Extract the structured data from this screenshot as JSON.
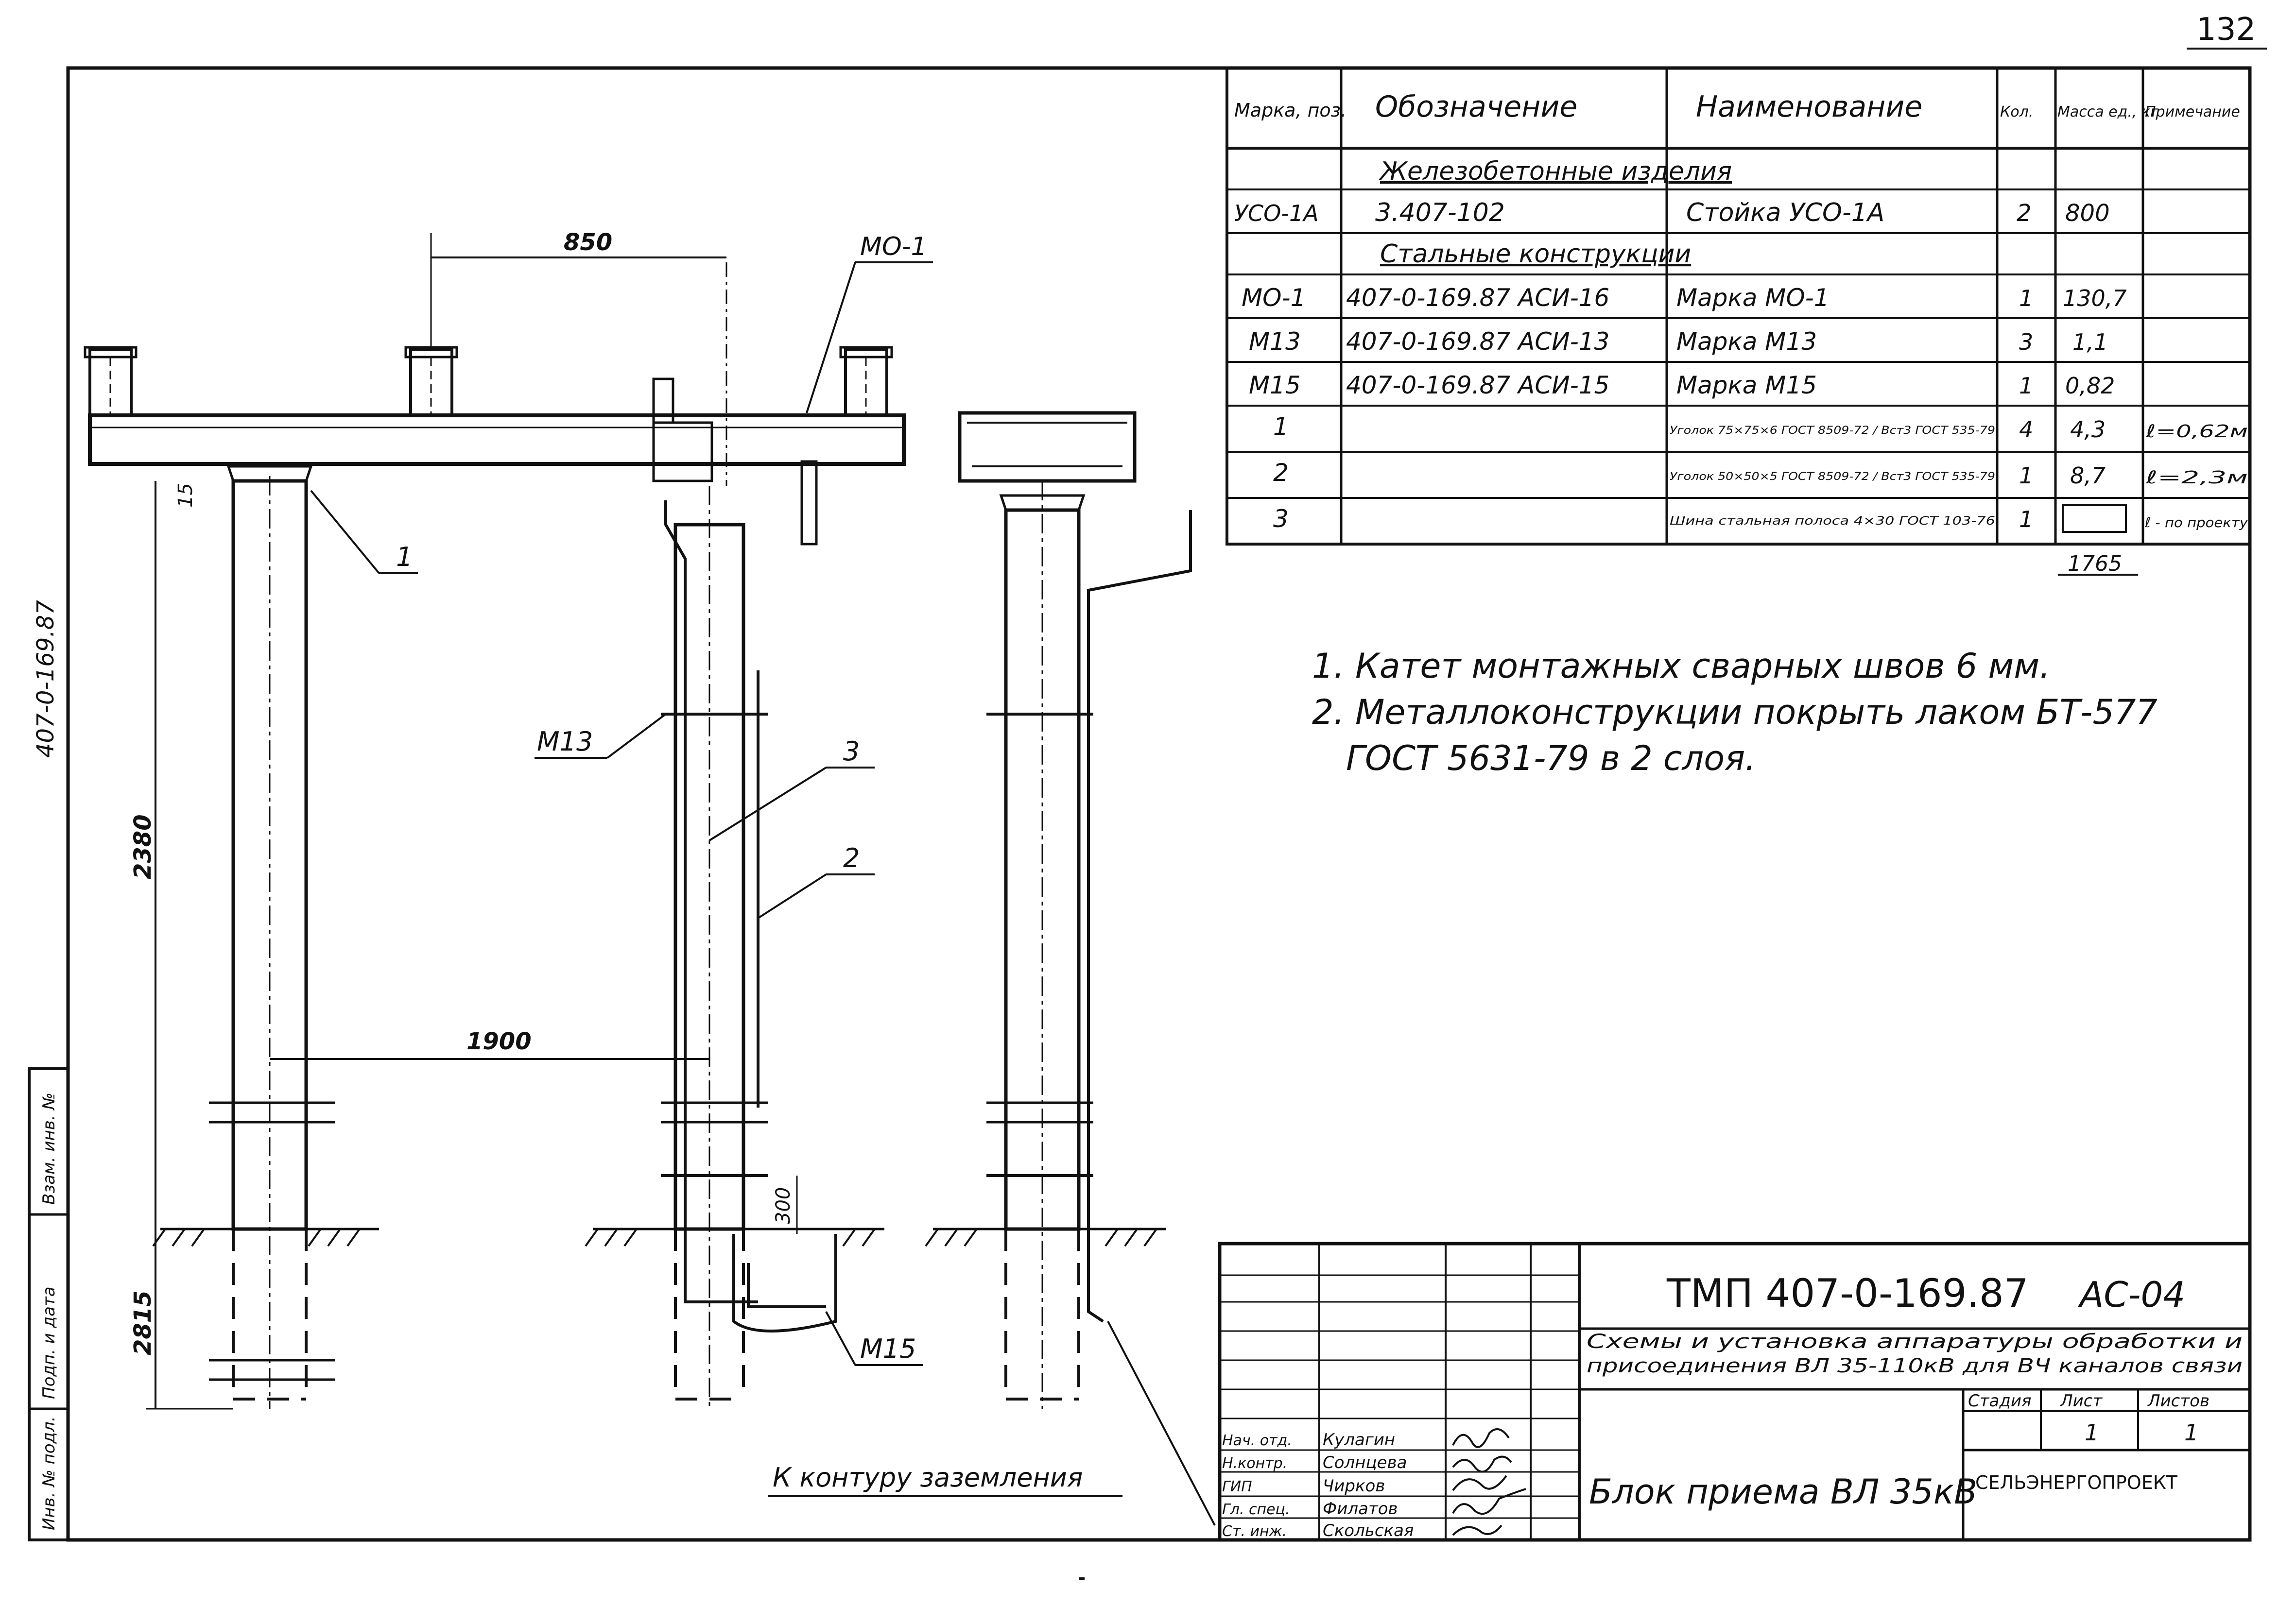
{
  "sheet_number": "132",
  "side_stamp": "407-0-169.87",
  "spec_table": {
    "headers": [
      "Марка, поз.",
      "Обозначение",
      "Наименование",
      "Кол.",
      "Масса ед., кг",
      "Примечание"
    ],
    "rows": [
      {
        "mark": "",
        "designation": "Железобетонные изделия",
        "name": "",
        "qty": "",
        "mass": "",
        "note": ""
      },
      {
        "mark": "УСО-1А",
        "designation": "3.407-102",
        "name": "Стойка УСО-1А",
        "qty": "2",
        "mass": "800",
        "note": ""
      },
      {
        "mark": "",
        "designation": "Стальные конструкции",
        "name": "",
        "qty": "",
        "mass": "",
        "note": ""
      },
      {
        "mark": "МО-1",
        "designation": "407-0-169.87 АСИ-16",
        "name": "Марка МО-1",
        "qty": "1",
        "mass": "130,7",
        "note": ""
      },
      {
        "mark": "М13",
        "designation": "407-0-169.87 АСИ-13",
        "name": "Марка М13",
        "qty": "3",
        "mass": "1,1",
        "note": ""
      },
      {
        "mark": "М15",
        "designation": "407-0-169.87 АСИ-15",
        "name": "Марка М15",
        "qty": "1",
        "mass": "0,82",
        "note": ""
      },
      {
        "mark": "1",
        "designation": "",
        "name": "Уголок 75×75×6 ГОСТ 8509-72 / Вст3 ГОСТ 535-79",
        "qty": "4",
        "mass": "4,3",
        "note": "ℓ=0,62м"
      },
      {
        "mark": "2",
        "designation": "",
        "name": "Уголок 50×50×5 ГОСТ 8509-72 / Вст3 ГОСТ 535-79",
        "qty": "1",
        "mass": "8,7",
        "note": "ℓ=2,3м"
      },
      {
        "mark": "3",
        "designation": "",
        "name": "Шина стальная полоса 4×30 ГОСТ 103-76",
        "qty": "1",
        "mass": "",
        "note": "ℓ - по проекту"
      }
    ],
    "total_mass": "1765"
  },
  "notes": [
    "1. Катет монтажных сварных швов 6 мм.",
    "2. Металлоконструкции покрыть лаком БТ-577",
    "ГОСТ 5631-79 в 2 слоя."
  ],
  "drawing_labels": {
    "dim_top": "850",
    "dim_15": "15",
    "dim_2380": "2380",
    "dim_1900": "1900",
    "dim_2815": "2815",
    "dim_300": "300",
    "mo1": "МО-1",
    "pos1": "1",
    "pos2": "2",
    "pos3": "3",
    "m13": "М13",
    "m15": "М15",
    "ground_note": "К контуру заземления"
  },
  "left_strip": [
    "Инв. № подл.",
    "Подп. и дата",
    "Взам. инв. №"
  ],
  "title_block": {
    "code": "ТМП 407-0-169.87",
    "sheet_code": "АС-04",
    "project_title_1": "Схемы и установка аппаратуры обработки и",
    "project_title_2": "присоединения ВЛ 35-110кВ для ВЧ каналов связи",
    "drawing_title": "Блок приема ВЛ 35кВ",
    "stage_header": "Стадия",
    "sheet_header": "Лист",
    "sheets_header": "Листов",
    "stage": "",
    "sheet": "1",
    "sheets": "1",
    "organization": "СЕЛЬЭНЕРГОПРОЕКТ",
    "signatures": [
      {
        "role": "Нач. отд.",
        "name": "Кулагин"
      },
      {
        "role": "Н.контр.",
        "name": "Солнцева"
      },
      {
        "role": "ГИП",
        "name": "Чирков"
      },
      {
        "role": "Гл. спец.",
        "name": "Филатов"
      },
      {
        "role": "Ст. инж.",
        "name": "Скольская"
      }
    ]
  }
}
